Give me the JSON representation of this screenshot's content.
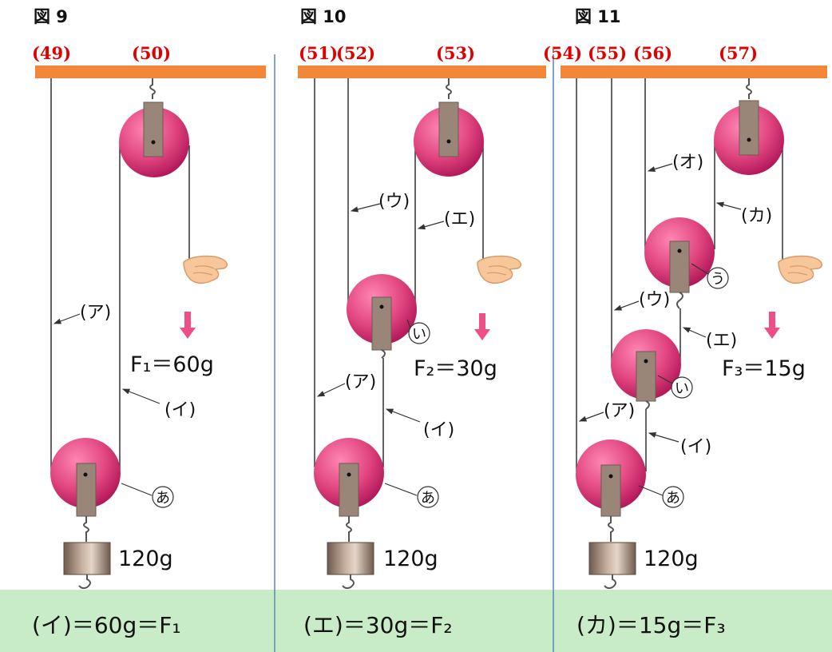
{
  "figures": [
    {
      "title": "図 9",
      "number_labels": [
        "(49)",
        "(50)"
      ],
      "rope_labels": {
        "a": "(ア)",
        "i": "(イ)"
      },
      "pulley_labels": [
        "あ"
      ],
      "force": "F₁＝60g",
      "weight": "120g",
      "formula": "(イ)＝60g＝F₁"
    },
    {
      "title": "図 10",
      "number_labels": [
        "(51)",
        "(52)",
        "(53)"
      ],
      "rope_labels": {
        "u": "(ウ)",
        "e": "(エ)",
        "a": "(ア)",
        "i": "(イ)"
      },
      "pulley_labels": [
        "い",
        "あ"
      ],
      "force": "F₂＝30g",
      "weight": "120g",
      "formula": "(エ)＝30g＝F₂"
    },
    {
      "title": "図 11",
      "number_labels": [
        "(54)",
        "(55)",
        "(56)",
        "(57)"
      ],
      "rope_labels": {
        "o": "(オ)",
        "ka": "(カ)",
        "u": "(ウ)",
        "e": "(エ)",
        "a": "(ア)",
        "i": "(イ)"
      },
      "pulley_labels": [
        "う",
        "い",
        "あ"
      ],
      "force": "F₃＝15g",
      "weight": "120g",
      "formula": "(カ)＝15g＝F₃"
    }
  ],
  "colors": {
    "ceiling": "#f2873a",
    "pulley": "#e0457f",
    "pulley_dark": "#b3195a",
    "bracket": "#9a8579",
    "arrow": "#ee4f88",
    "number_label": "#e00000",
    "bottom_band": "#c8ecc8",
    "divider": "#5a86b8"
  }
}
